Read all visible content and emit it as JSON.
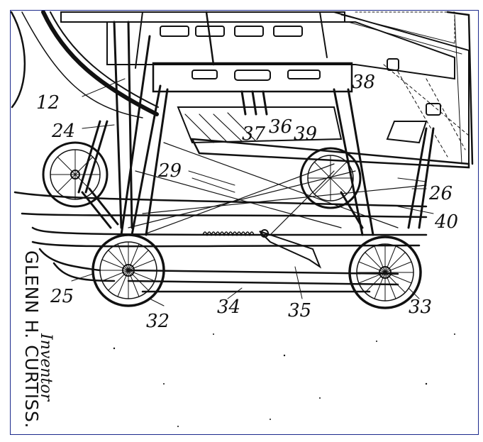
{
  "labels": {
    "l12": "12",
    "l24": "24",
    "l29": "29",
    "l36": "36",
    "l37": "37",
    "l39": "39",
    "l38": "38",
    "l26": "26",
    "l40": "40",
    "l25": "25",
    "l32": "32",
    "l34": "34",
    "l35": "35",
    "l33": "33"
  },
  "signature": {
    "inventor": "Inventor",
    "name": "GLENN H. CURTISS."
  },
  "colors": {
    "ink": "#111111",
    "border": "#1c2a8c"
  }
}
